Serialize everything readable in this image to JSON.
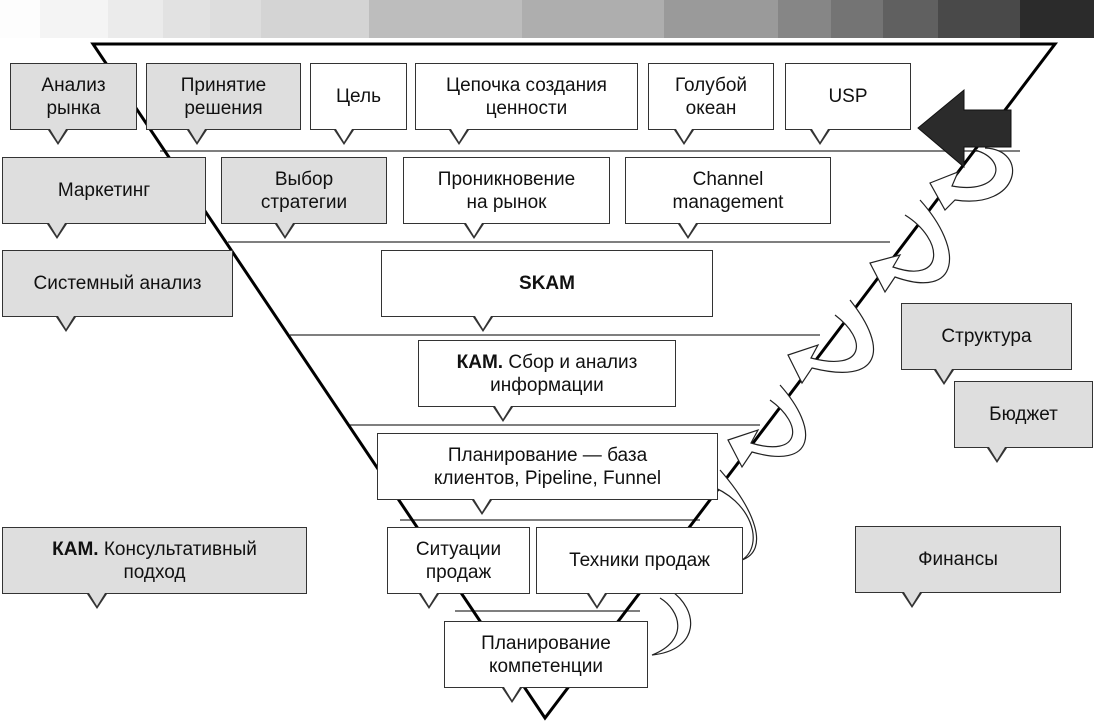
{
  "scale_bar": {
    "colors": [
      "#fdfdfd",
      "#f4f4f4",
      "#ebebeb",
      "#e2e2e2",
      "#dddddd",
      "#d4d4d4",
      "#bdbdbd",
      "#aeaeae",
      "#9a9a9a",
      "#868686",
      "#747474",
      "#606060",
      "#494949",
      "#2b2b2b"
    ]
  },
  "diagram": {
    "funnel_levels": [
      {
        "items": [
          {
            "id": "analiz-rynka",
            "label": "Анализ\nрынка",
            "style": "gray",
            "outside": true
          },
          {
            "id": "prinyatie-resheniya",
            "label": "Принятие\nрешения",
            "style": "gray",
            "outside": true
          },
          {
            "id": "tsel",
            "label": "Цель",
            "style": "white"
          },
          {
            "id": "tsepochka",
            "label": "Цепочка создания\nценности",
            "style": "white"
          },
          {
            "id": "goluboy-okean",
            "label": "Голубой\nокеан",
            "style": "white"
          },
          {
            "id": "usp",
            "label": "USP",
            "style": "white"
          }
        ]
      },
      {
        "items": [
          {
            "id": "marketing",
            "label": "Маркетинг",
            "style": "gray",
            "outside": true
          },
          {
            "id": "vybor-strategii",
            "label": "Выбор\nстратегии",
            "style": "gray"
          },
          {
            "id": "proniknovenie",
            "label": "Проникновение\nна рынок",
            "style": "white"
          },
          {
            "id": "channel-management",
            "label": "Channel\nmanagement",
            "style": "white"
          }
        ]
      },
      {
        "items": [
          {
            "id": "sistemny-analiz",
            "label": "Системный анализ",
            "style": "gray",
            "outside": true
          },
          {
            "id": "skam",
            "label_bold": "SKAM",
            "label": "",
            "style": "white"
          }
        ]
      },
      {
        "items": [
          {
            "id": "kam-sbor",
            "label_bold": "КАМ.",
            "label": " Сбор и анализ\nинформации",
            "style": "white"
          }
        ]
      },
      {
        "items": [
          {
            "id": "planirovanie-baza",
            "label": "Планирование — база\nклиентов, Pipeline, Funnel",
            "style": "white"
          }
        ]
      },
      {
        "items": [
          {
            "id": "situatsii-prodazh",
            "label": "Ситуации\nпродаж",
            "style": "white"
          },
          {
            "id": "tekhniki-prodazh",
            "label": "Техники продаж",
            "style": "white"
          }
        ]
      },
      {
        "items": [
          {
            "id": "planirovanie-kompetentsii",
            "label": "Планирование\nкомпетенции",
            "style": "white"
          }
        ]
      }
    ],
    "side_items": [
      {
        "id": "kam-konsultativny",
        "label_bold": "КАМ.",
        "label": " Консультативный\nподход",
        "style": "gray"
      },
      {
        "id": "struktura",
        "label": "Структура",
        "style": "gray"
      },
      {
        "id": "byudzhet",
        "label": "Бюджет",
        "style": "gray"
      },
      {
        "id": "finansy",
        "label": "Финансы",
        "style": "gray"
      }
    ],
    "arrow": {
      "direction": "left",
      "color": "#2b2b2b"
    }
  }
}
